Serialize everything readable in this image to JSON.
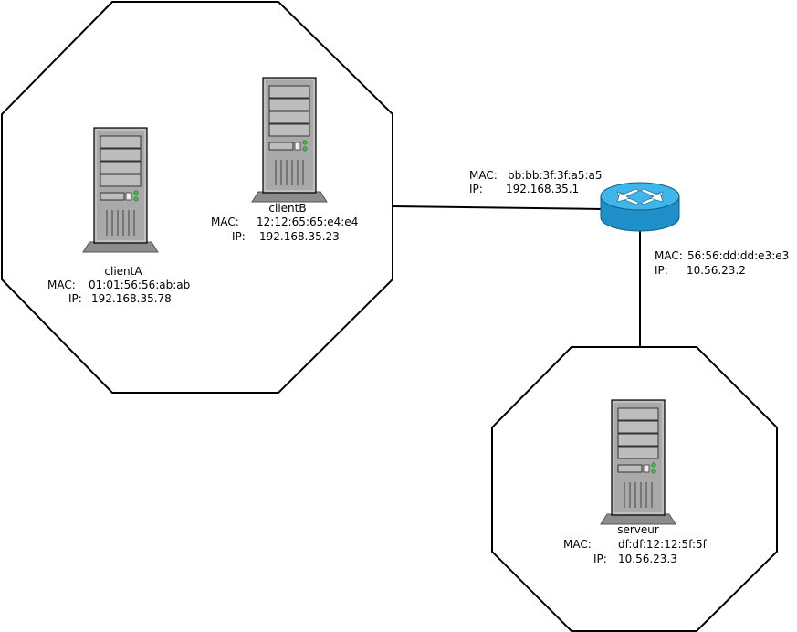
{
  "network": {
    "lan1": {
      "clientA": {
        "name": "clientA",
        "mac_label": "MAC:",
        "mac": "01:01:56:56:ab:ab",
        "ip_label": "IP:",
        "ip": "192.168.35.78"
      },
      "clientB": {
        "name": "clientB",
        "mac_label": "MAC:",
        "mac": "12:12:65:65:e4:e4",
        "ip_label": "IP:",
        "ip": "192.168.35.23"
      }
    },
    "router": {
      "lan_side": {
        "mac_label": "MAC:",
        "mac": "bb:bb:3f:3f:a5:a5",
        "ip_label": "IP:",
        "ip": "192.168.35.1"
      },
      "wan_side": {
        "mac_label": "MAC:",
        "mac": "56:56:dd:dd:e3:e3",
        "ip_label": "IP:",
        "ip": "10.56.23.2"
      },
      "icon": "router-icon"
    },
    "lan2": {
      "serveur": {
        "name": "serveur",
        "mac_label": "MAC:",
        "mac": "df:df:12:12:5f:5f",
        "ip_label": "IP:",
        "ip": "10.56.23.3"
      }
    }
  },
  "colors": {
    "server_body": "#a9a9a9",
    "server_dark": "#6e6e6e",
    "router_blue": "#1e8fc9",
    "router_top": "#3fb6ea",
    "led_green": "#3fbf3f"
  }
}
